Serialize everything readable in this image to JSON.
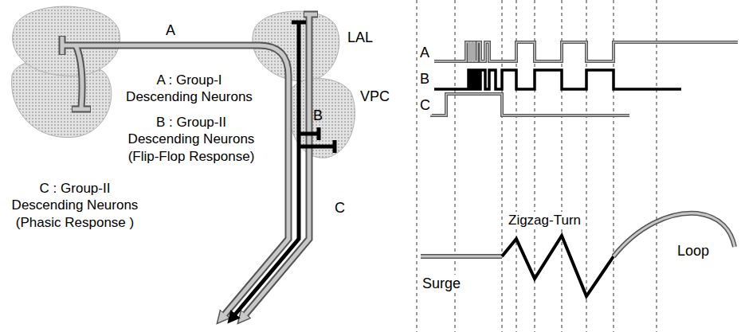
{
  "diagram": {
    "labels": [
      "A",
      "LAL",
      "A : Group-I Descending Neurons",
      "VPC",
      "B",
      "B : Group-II Descending Neurons (Flip-Flop Response)",
      "C : Group-II Descending Neurons (Phasic Response )",
      "C",
      "A",
      "B",
      "C",
      "Zigzag-Turn",
      "Surge",
      "Loop"
    ]
  }
}
